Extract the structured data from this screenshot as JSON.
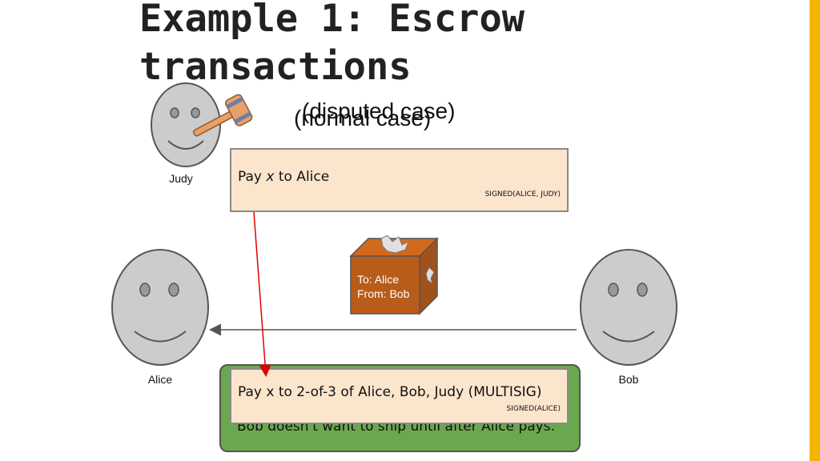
{
  "slide": {
    "title": "Example 1: Escrow\ntransactions",
    "subtitle_normal": "(normal case)",
    "subtitle_disputed": "(disputed case)",
    "accent_color": "#f4b400"
  },
  "people": {
    "judy": "Judy",
    "alice": "Alice",
    "bob": "Bob"
  },
  "transactions": {
    "top": {
      "text_pre": "Pay ",
      "text_var": "x",
      "text_post": " to Alice",
      "signature": "SIGNED(ALICE, JUDY)"
    },
    "bottom": {
      "text": "Pay x to 2-of-3 of Alice, Bob, Judy (MULTISIG)",
      "signature": "SIGNED(ALICE)"
    }
  },
  "package": {
    "to": "To: Alice",
    "from": "From: Bob"
  },
  "note": {
    "text": "Bob doesn't want to ship until after Alice pays."
  },
  "icons": [
    "gavel-icon",
    "package-icon",
    "smiley-face-icon"
  ]
}
